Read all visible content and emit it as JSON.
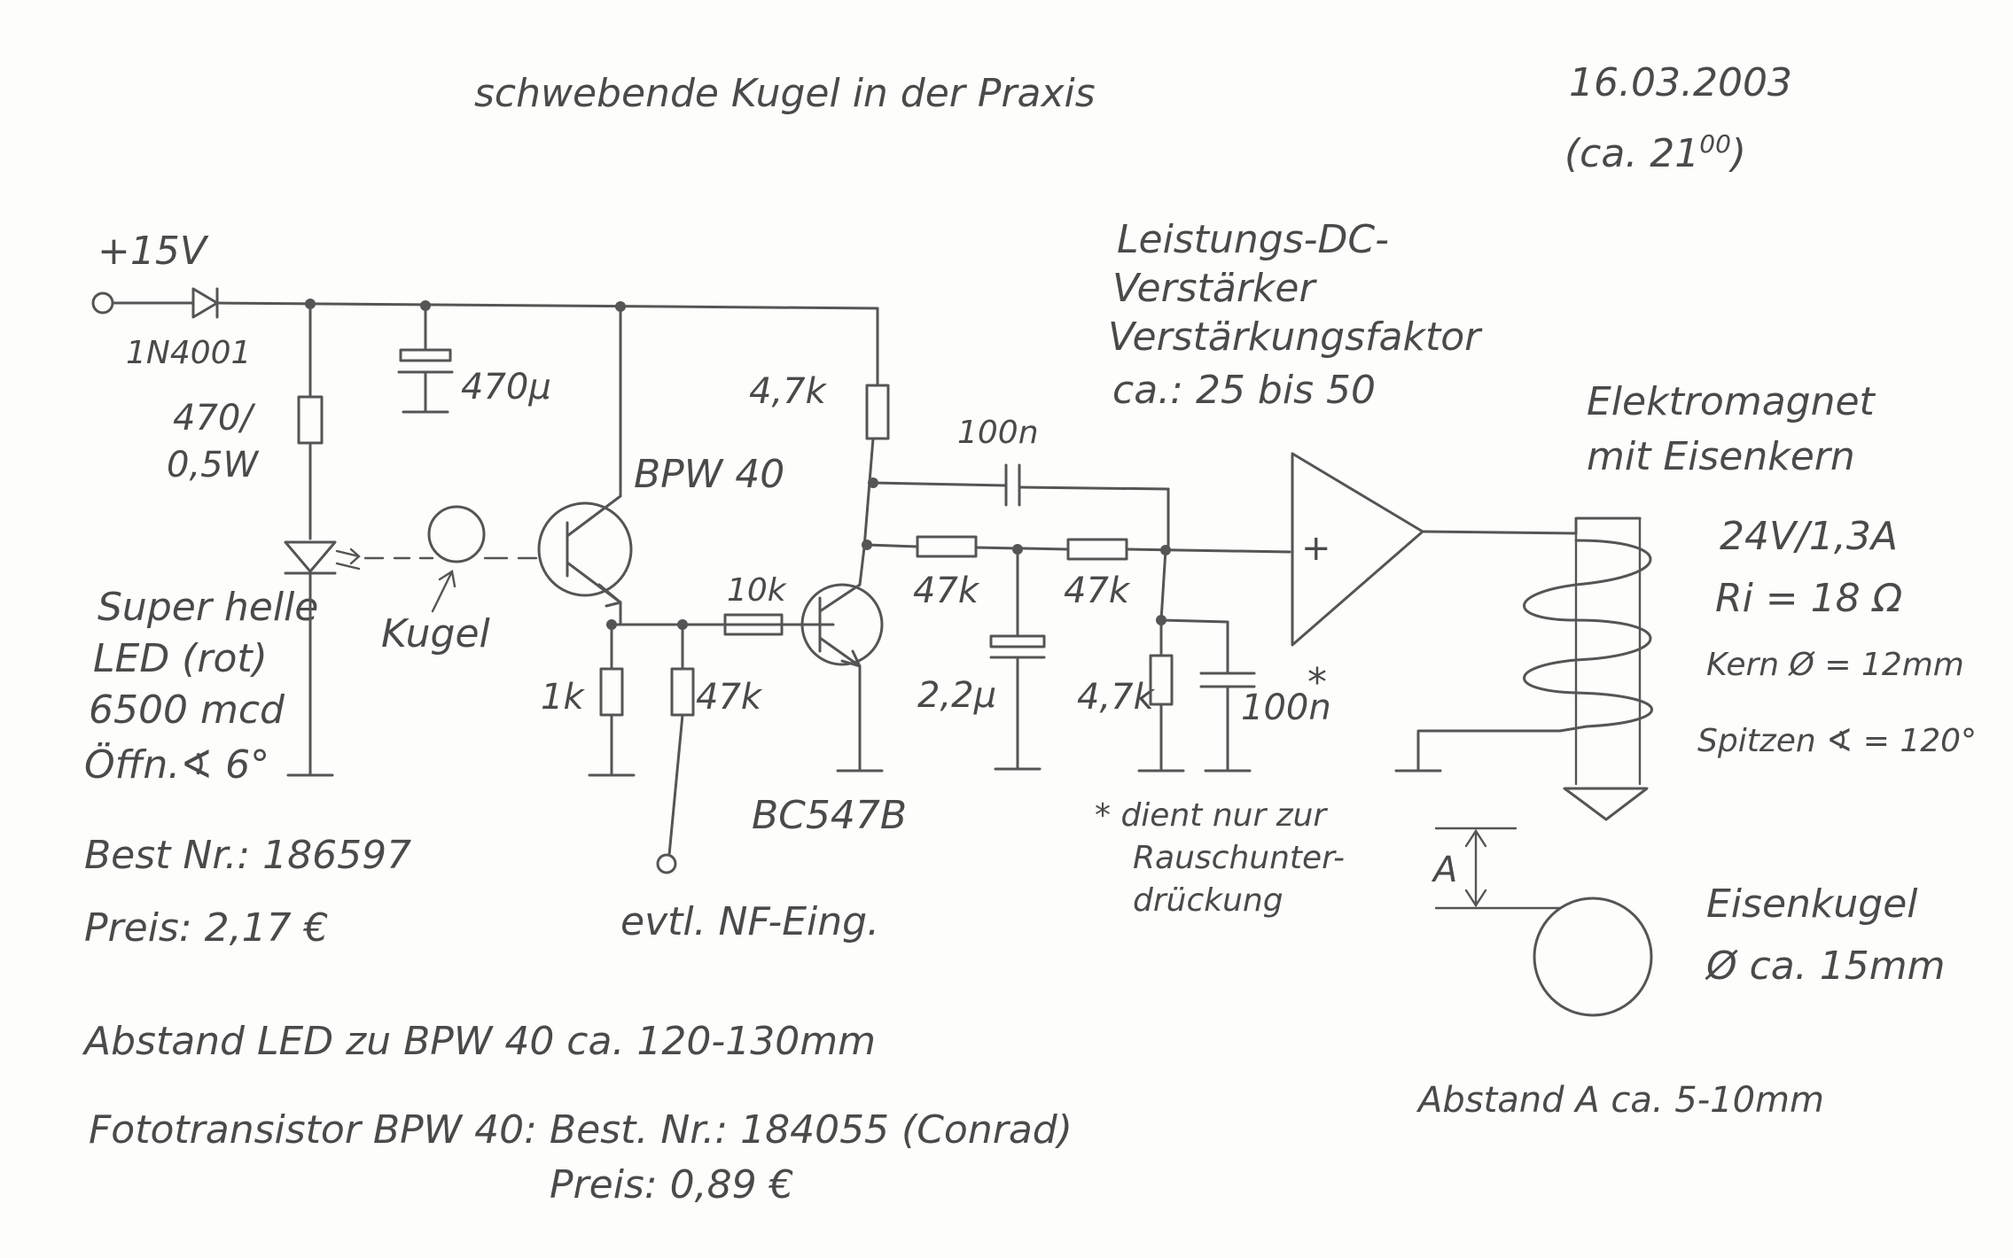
{
  "title": "schwebende Kugel in der Praxis",
  "date": "16.03.2003",
  "time": "(ca. 21",
  "time_sup": "00",
  "time_close": ")",
  "supply": "+15V",
  "diode": "1N4001",
  "r_led": [
    "470/",
    "0,5W"
  ],
  "cap_supply": "470µ",
  "led_text": [
    "Super helle",
    "LED (rot)",
    "6500 mcd",
    "Öffn.∢ 6°"
  ],
  "led_order": "Best Nr.: 186597",
  "led_price": "Preis: 2,17 €",
  "ball_label": "Kugel",
  "phototransistor": "BPW 40",
  "r_emitter": "1k",
  "r_input": "47k",
  "nf_input": "evtl. NF-Eing.",
  "r_base": "10k",
  "transistor": "BC547B",
  "r_collector": "4,7k",
  "cap_feedback": "100n",
  "r_filter1": "47k",
  "r_filter2": "47k",
  "cap_filter": "2,2µ",
  "r_divider": "4,7k",
  "cap_noise": "100n",
  "asterisk": "*",
  "noise_note": [
    "* dient nur zur",
    "Rauschunter-",
    "drückung"
  ],
  "amp_text": [
    "Leistungs-DC-",
    "Verstärker",
    "Verstärkungsfaktor",
    "ca.: 25 bis 50"
  ],
  "amp_plus": "+",
  "magnet_text": [
    "Elektromagnet",
    "mit Eisenkern"
  ],
  "magnet_specs": [
    "24V/1,3A",
    "Ri = 18 Ω",
    "Kern Ø = 12mm",
    "Spitzen ∢ = 120°"
  ],
  "distance_symbol": "A",
  "ball_text": [
    "Eisenkugel",
    "Ø ca. 15mm"
  ],
  "distance_note": "Abstand A ca. 5-10mm",
  "footer": [
    "Abstand LED zu BPW 40 ca. 120-130mm",
    "Fototransistor BPW 40: Best. Nr.: 184055 (Conrad)",
    "Preis: 0,89 €"
  ]
}
